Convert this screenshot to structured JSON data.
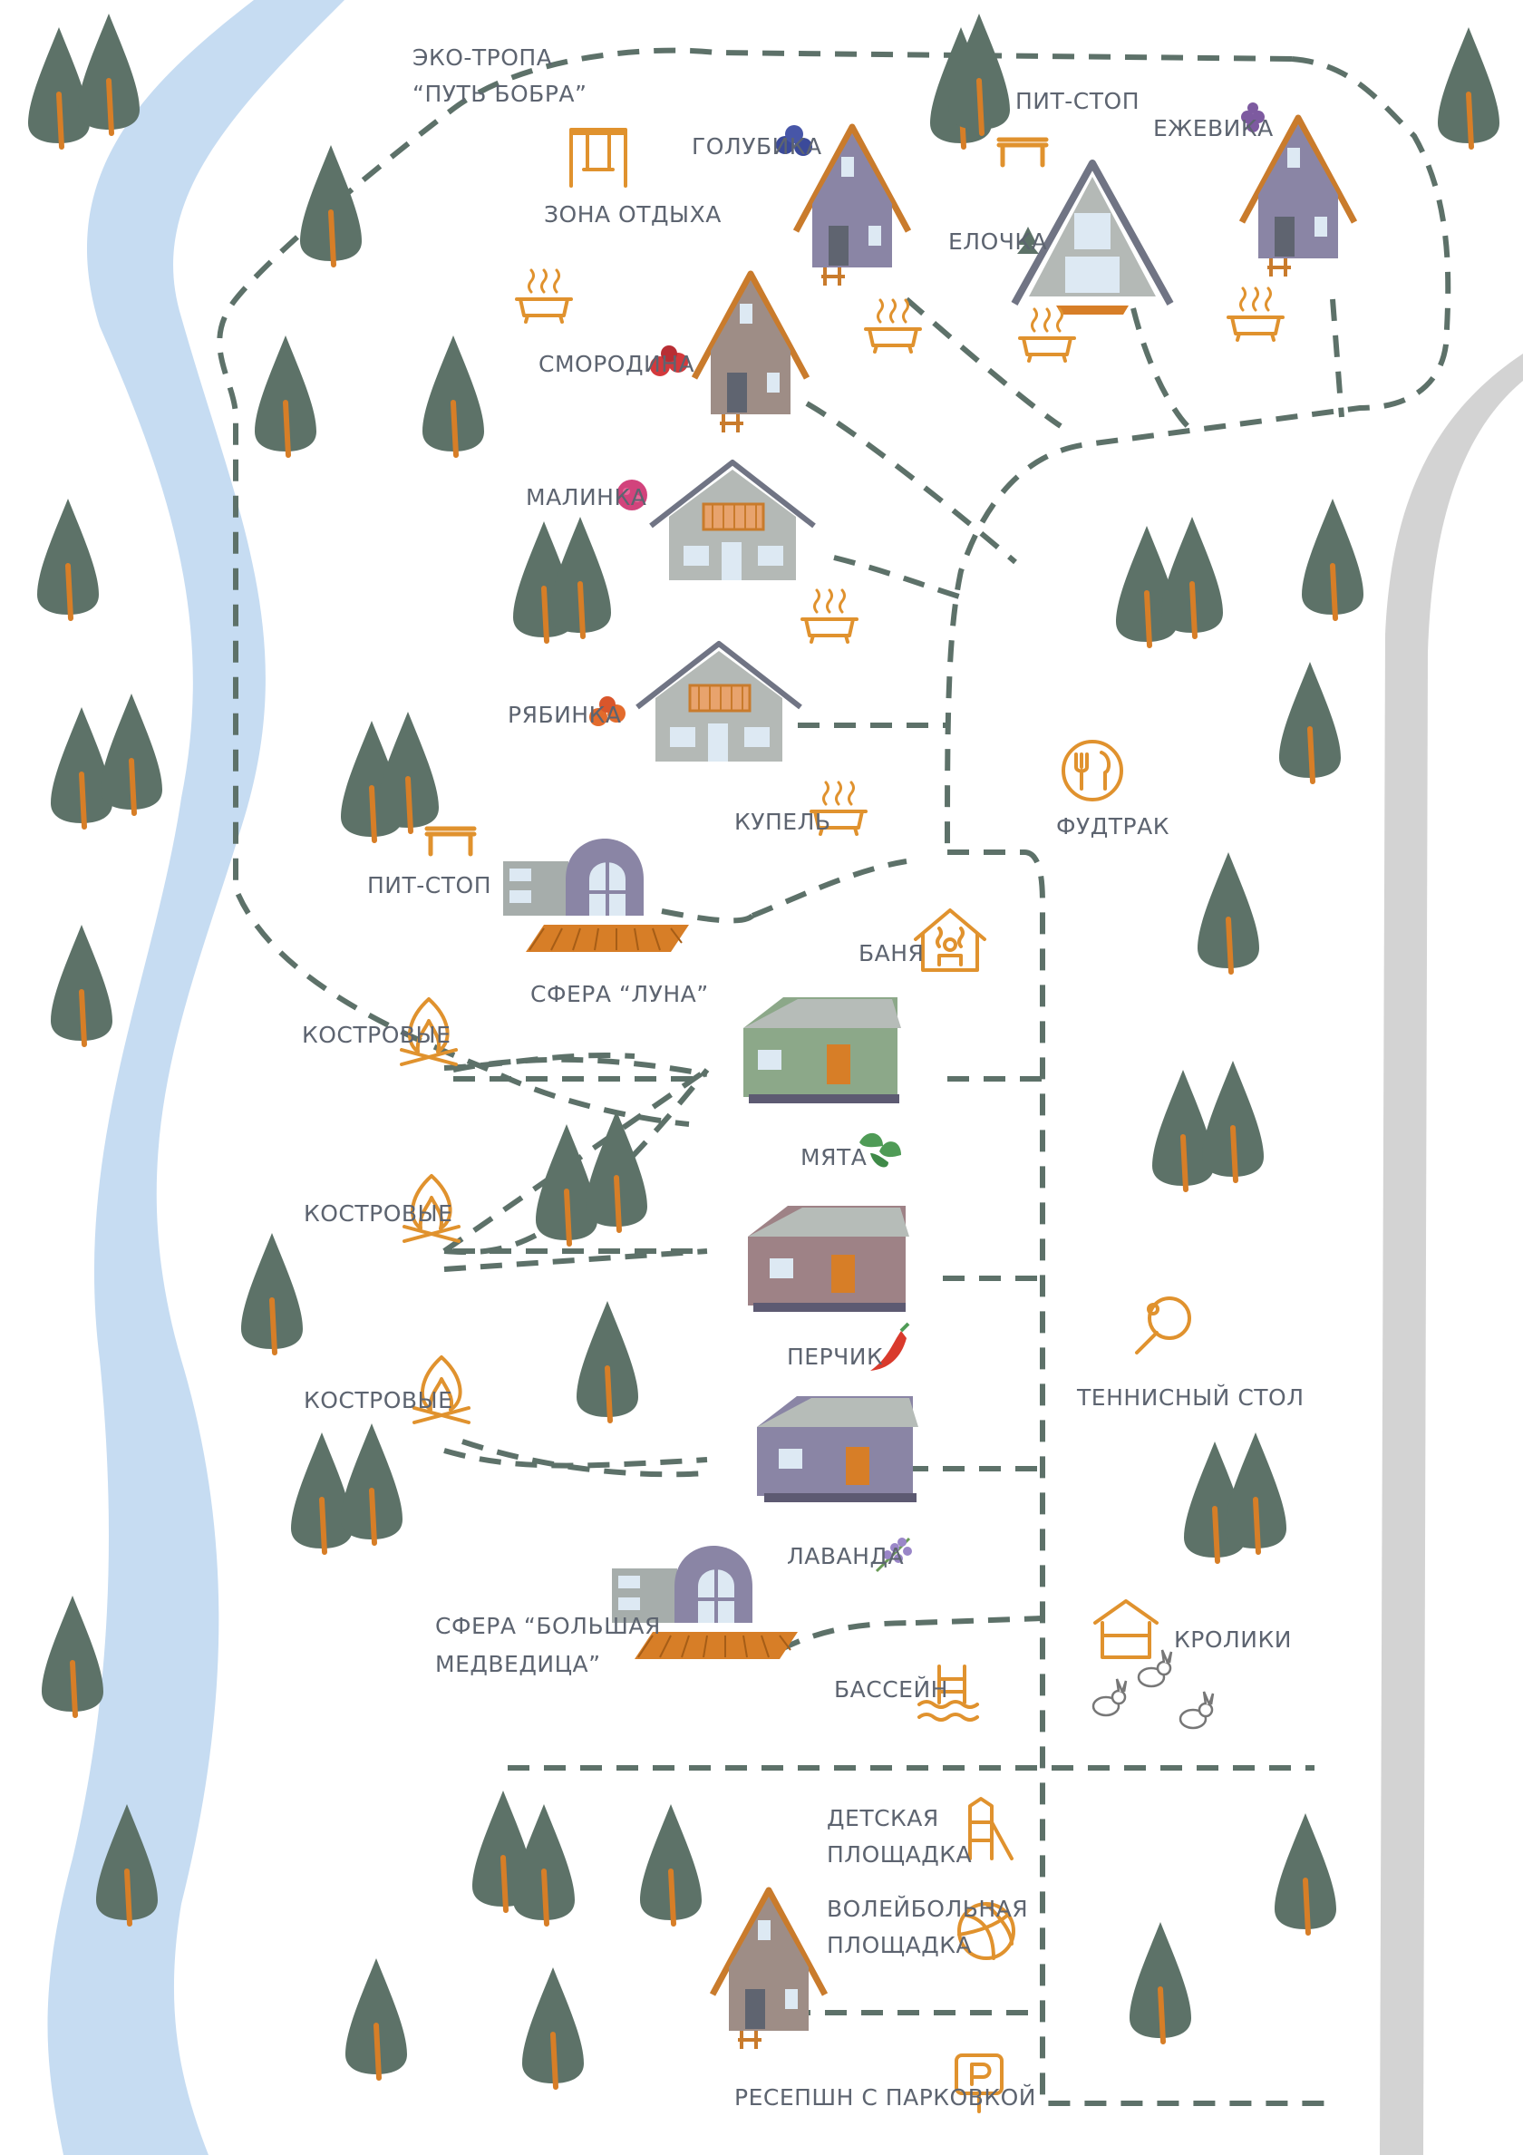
{
  "map": {
    "colors": {
      "river": "#c6dcf2",
      "road": "#d3d3d3",
      "path": "#5d7169",
      "icon": "#e0922e",
      "label": "#5d6470",
      "tree": "#5d7268",
      "trunk": "#d77e27"
    },
    "labels": {
      "eco_trail_1": "ЭКО-ТРОПА",
      "eco_trail_2": "“ПУТЬ БОБРА”",
      "rest_zone": "ЗОНА ОТДЫХА",
      "pitstop_top": "ПИТ-СТОП",
      "golubika": "ГОЛУБИКА",
      "ezhevika": "ЕЖЕВИКА",
      "elochka": "ЕЛОЧКА",
      "smorodina": "СМОРОДИНА",
      "malinka": "МАЛИНКА",
      "ryabinka": "РЯБИНКА",
      "kupel": "КУПЕЛЬ",
      "foodtruck": "ФУДТРАК",
      "pitstop_left": "ПИТ-СТОП",
      "sphere_luna": "СФЕРА “ЛУНА”",
      "banya": "БАНЯ",
      "bonfire_1": "КОСТРОВЫЕ",
      "myata": "МЯТА",
      "bonfire_2": "КОСТРОВЫЕ",
      "perchik": "ПЕРЧИК",
      "tennis": "ТЕННИСНЫЙ СТОЛ",
      "bonfire_3": "КОСТРОВЫЕ",
      "lavanda": "ЛАВАНДА",
      "sphere_bear_1": "СФЕРА “БОЛЬШАЯ",
      "sphere_bear_2": "МЕДВЕДИЦА”",
      "pool": "БАССЕЙН",
      "rabbits": "КРОЛИКИ",
      "playground_1": "ДЕТСКАЯ",
      "playground_2": "ПЛОЩАДКА",
      "volleyball_1": "ВОЛЕЙБОЛЬНАЯ",
      "volleyball_2": "ПЛОЩАДКА",
      "reception": "РЕСЕПШН С ПАРКОВКОЙ"
    },
    "icons": {
      "rest_zone": "swing-icon",
      "pitstop": "bench-table-icon",
      "hot_tub": "hot-tub-icon",
      "foodtruck": "fork-knife-icon",
      "banya": "sauna-house-icon",
      "bonfire": "campfire-icon",
      "tennis": "ping-pong-paddle-icon",
      "pool": "pool-ladder-icon",
      "rabbits": "rabbit-hutch-icon",
      "playground": "slide-icon",
      "volleyball": "volleyball-icon",
      "parking": "parking-sign-icon"
    }
  }
}
